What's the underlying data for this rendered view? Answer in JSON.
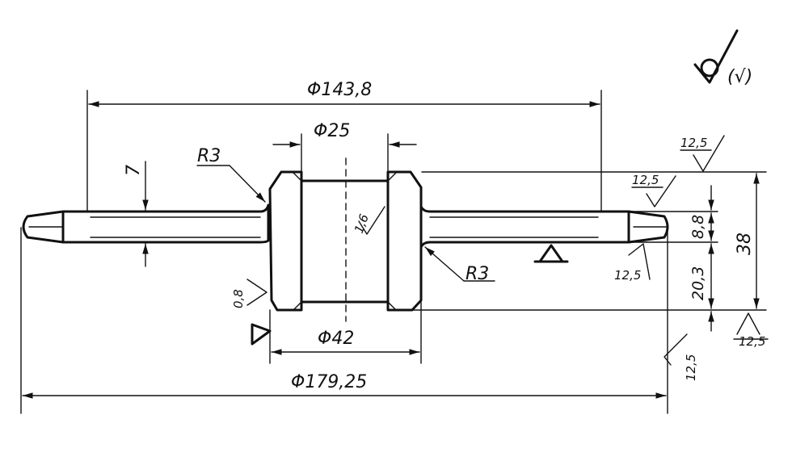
{
  "drawing": {
    "dimensions": {
      "dia_143_8": "Φ143,8",
      "dia_25": "Φ25",
      "dia_42": "Φ42",
      "dia_179_25": "Φ179,25",
      "thickness_7": "7",
      "height_38": "38",
      "height_8_8": "8,8",
      "height_20_3": "20,3"
    },
    "radii": {
      "upper_left": "R3",
      "lower_right": "R3"
    },
    "roughness": {
      "bore": "1,6",
      "hub_left": "0,8",
      "right_top": "12,5",
      "right_rim": "12,5",
      "right_lower": "12,5",
      "right_bottom": "12,5",
      "right_edge": "12,5",
      "general_symbol": "(√)"
    }
  }
}
